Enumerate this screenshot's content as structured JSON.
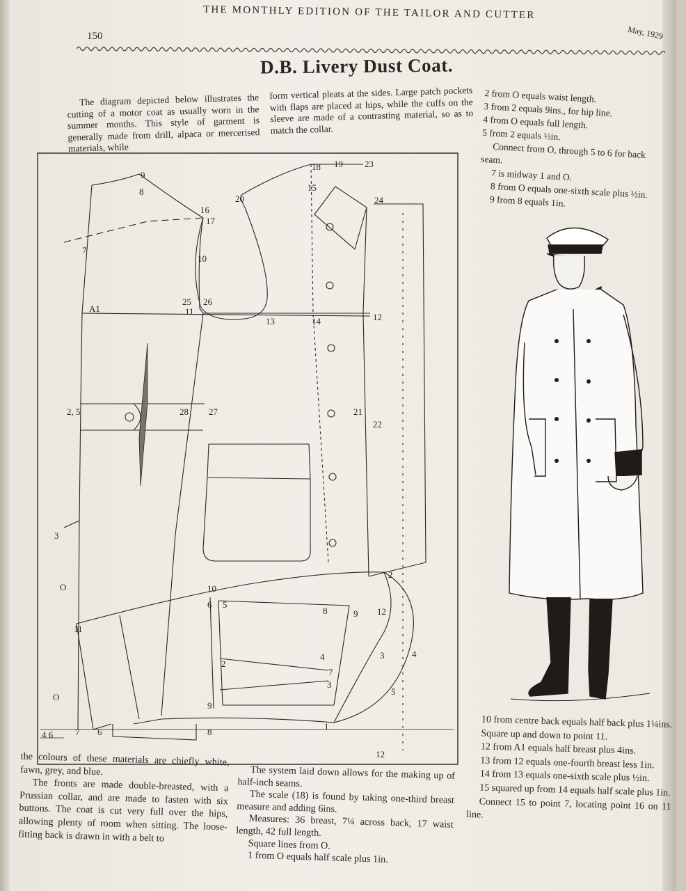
{
  "header": {
    "running_head": "THE MONTHLY EDITION OF THE TAILOR AND CUTTER",
    "page_number": "150",
    "date": "May, 1929"
  },
  "title": "D.B. Livery Dust Coat.",
  "intro": {
    "col1": "The diagram depicted below illustrates the cutting of a motor coat as usually worn in the summer months. This style of garment is generally made from drill, alpaca or mercerised materials, while",
    "col2": "form vertical pleats at the sides. Large patch pockets with flaps are placed at hips, while the cuffs on the sleeve are made of a contrasting material, so as to match the collar."
  },
  "right_column": [
    {
      "text": "2 from O equals waist length.",
      "indent": false
    },
    {
      "text": "3 from 2 equals 9ins., for hip line.",
      "indent": false
    },
    {
      "text": "4 from O equals full length.",
      "indent": false
    },
    {
      "text": "5 from 2 equals ½in.",
      "indent": false
    },
    {
      "text": "Connect from O, through 5 to 6 for back seam.",
      "indent": true
    },
    {
      "text": "7 is midway 1 and O.",
      "indent": true
    },
    {
      "text": "8 from O equals one-sixth scale plus ½in.",
      "indent": true
    },
    {
      "text": "9 from 8 equals 1in.",
      "indent": true
    }
  ],
  "bottom_left": [
    "the colours of these materials are chiefly white, fawn, grey, and blue.",
    "The fronts are made double-breasted, with a Prussian collar, and are made to fasten with six buttons. The coat is cut very full over the hips, allowing plenty of room when sitting. The loose-fitting back is drawn in with a belt to"
  ],
  "bottom_middle": [
    "The system laid down allows for the making up of half-inch seams.",
    "The scale (18) is found by taking one-third breast measure and adding 6ins.",
    "Measures: 36 breast, 7¼ across back, 17 waist length, 42 full length.",
    "Square lines from O.",
    "1 from O equals half scale plus 1in."
  ],
  "bottom_right": [
    "10 from centre back equals half back plus 1¼ins.",
    "Square up and down to point 11.",
    "12 from A1 equals half breast plus 4ins.",
    "13 from 12 equals one-fourth breast less 1in.",
    "14 from 13 equals one-sixth scale plus ½in.",
    "15 squared up from 14 equals half scale plus 1in.",
    "Connect 15 to point 7, locating point 16 on 11 line."
  ],
  "diagram_labels": {
    "p9": "9",
    "p8": "8",
    "p7": "7",
    "a1": "A1",
    "p2_5": "2, 5",
    "p3": "3",
    "o1": "O",
    "o2": "O",
    "p4_6": "4  6",
    "p16": "16",
    "p17": "17",
    "p10": "10",
    "p20": "20",
    "p18": "18",
    "p19": "19",
    "p23": "23",
    "p15": "15",
    "p24": "24",
    "p25": "25",
    "p26": "26",
    "p11": "11",
    "p13": "13",
    "p14": "14",
    "p12": "12",
    "p28": "28",
    "p27": "27",
    "p21": "21",
    "p22": "22",
    "s10": "10",
    "s6": "6",
    "s5": "5",
    "s8": "8",
    "s9": "9",
    "s2": "2",
    "s12": "12",
    "s3": "3",
    "s4": "4",
    "s2b": "2",
    "s7": "7",
    "s5b": "5",
    "s11": "11",
    "s7b": "7",
    "s6b": "6",
    "s9b": "9",
    "s1": "1",
    "s3b": "3",
    "s4b": "4",
    "s8b": "8",
    "s12b": "12"
  }
}
